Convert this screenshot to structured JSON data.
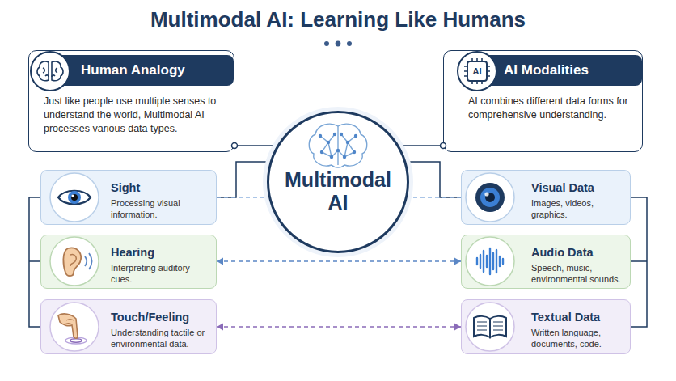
{
  "diagram": {
    "title": "Multimodal AI: Learning Like Humans",
    "nodes": [
      {
        "text": [
          "Human Analogy",
          "Just like people use multiple senses to understand the world, Multimodal AI processes various data types."
        ]
      },
      {
        "text": [
          "Multimodal AI"
        ]
      },
      {
        "text": [
          "AI Modalities",
          "AI combines different data forms for comprehensive understanding."
        ]
      },
      {
        "text": [
          "Sight",
          "Processing visual information."
        ]
      },
      {
        "text": [
          "Hearing",
          "Interpreting auditory cues."
        ]
      },
      {
        "text": [
          "Touch/Feeling",
          "Understanding tactile or environmental data."
        ]
      },
      {
        "text": [
          "Visual Data",
          "Images, videos, graphics."
        ]
      },
      {
        "text": [
          "Audio Data",
          "Speech, music, environmental sounds."
        ]
      },
      {
        "text": [
          "Textual Data",
          "Written language, documents, code."
        ]
      }
    ],
    "edges": [
      {
        "from": 1,
        "to": 0,
        "arrow": "none"
      },
      {
        "from": 1,
        "to": 3,
        "arrow": "none"
      },
      {
        "from": 1,
        "to": 2,
        "arrow": "none"
      },
      {
        "from": 1,
        "to": 6,
        "arrow": "none"
      },
      {
        "from": 3,
        "to": 6,
        "arrow": "none"
      },
      {
        "from": 4,
        "to": 7,
        "arrow": "both"
      },
      {
        "from": 5,
        "to": 8,
        "arrow": "both"
      }
    ],
    "labels": [
      "AI"
    ]
  }
}
